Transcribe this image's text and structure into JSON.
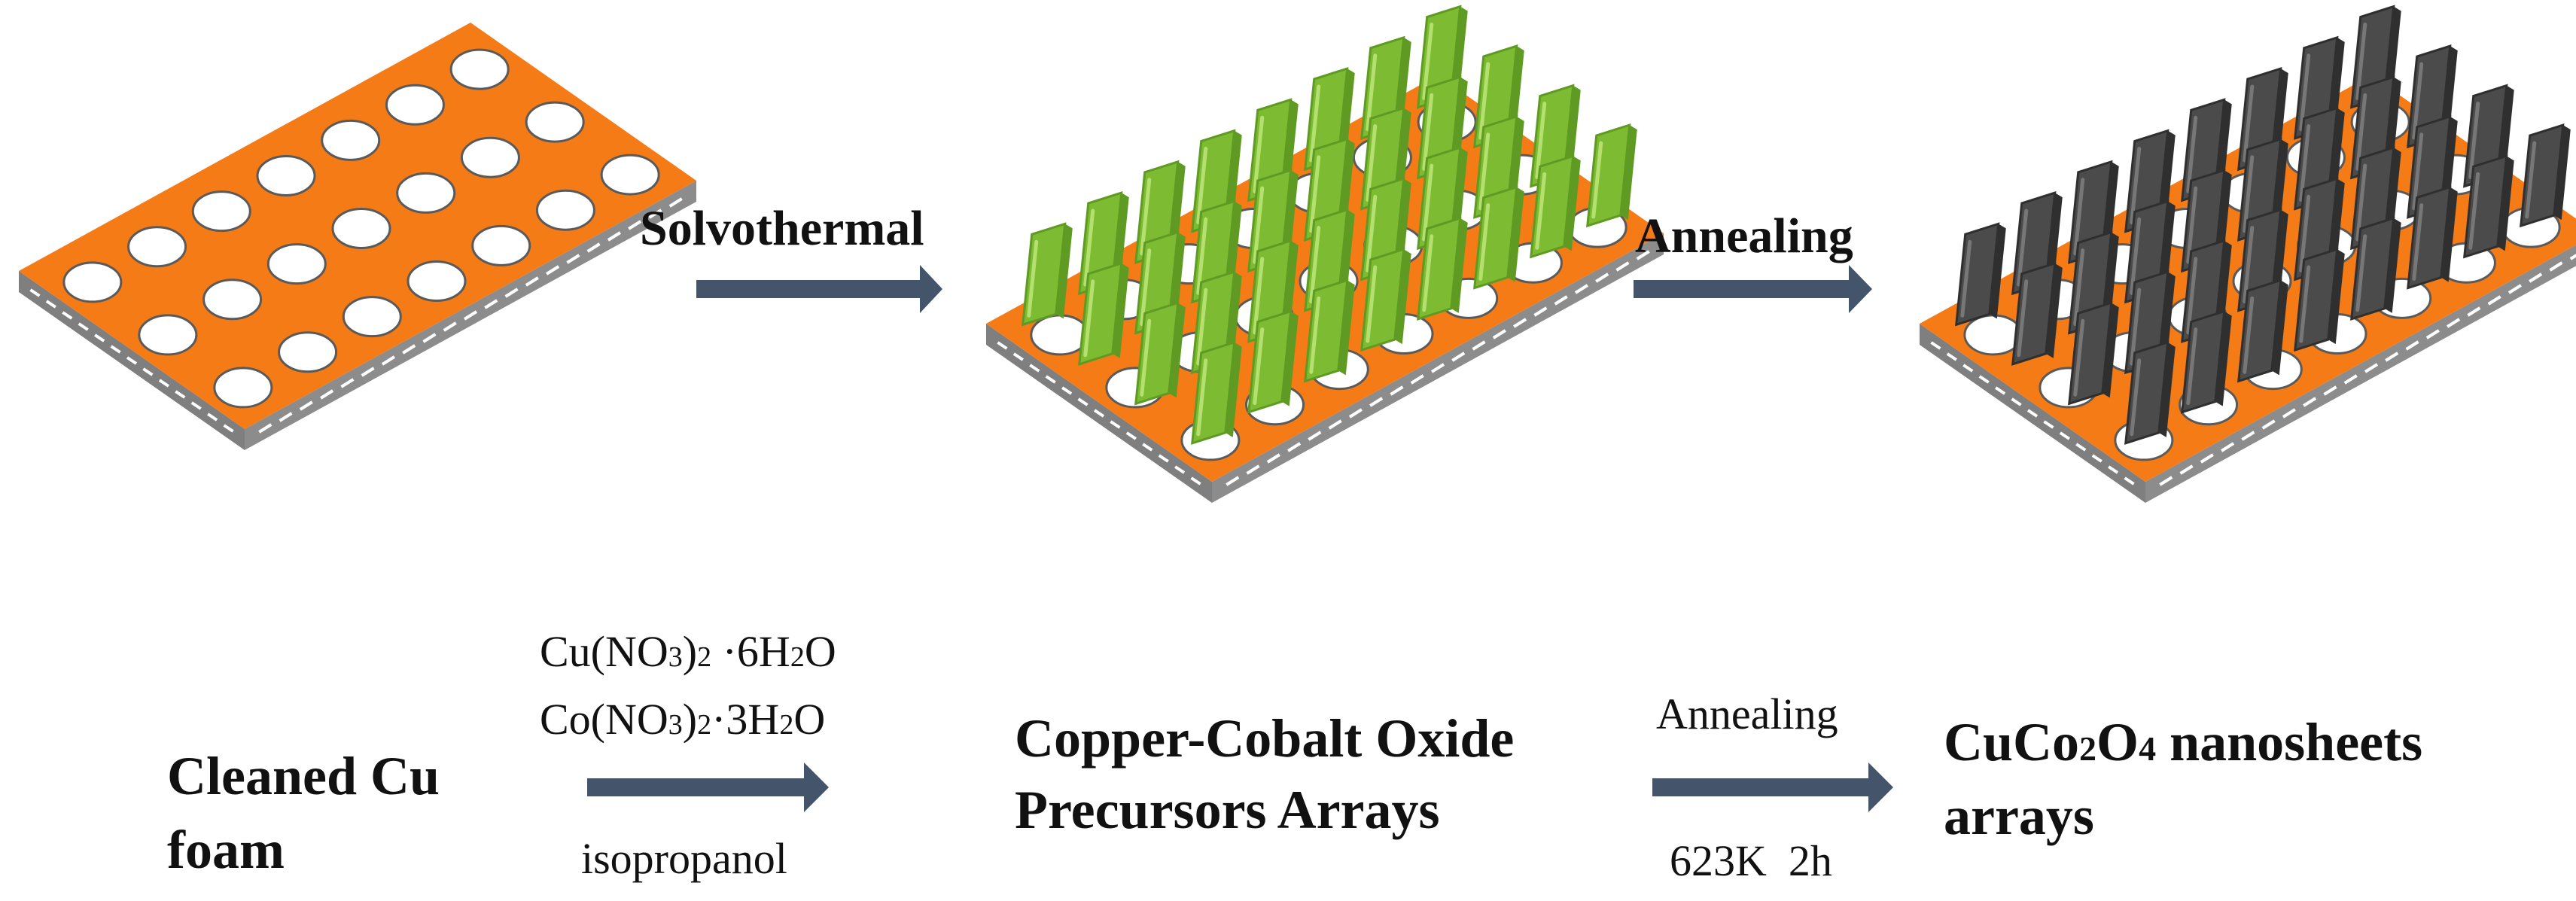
{
  "colors": {
    "foam": "#F47B16",
    "foam_side": "#7f7f7f",
    "precursor_sheet": "#7DBB33",
    "oxide_sheet": "#4b4b4b",
    "arrow": "#44546A"
  },
  "top_row": {
    "arrow1_label": "Solvothermal",
    "arrow2_label": "Annealing"
  },
  "bottom_row": {
    "stage1": {
      "line1": "Cleaned Cu",
      "line2": "foam"
    },
    "step1": {
      "reagent1_main": "Cu(NO",
      "reagent1_sub3": "3",
      "reagent1_mid": ")",
      "reagent1_sub2": "2",
      "reagent1_tail": " ·6H",
      "reagent1_sub_h": "2",
      "reagent1_end": "O",
      "reagent2_main": "Co(NO",
      "reagent2_sub3": "3",
      "reagent2_mid": ")",
      "reagent2_sub2": "2",
      "reagent2_tail": "·3H",
      "reagent2_sub_h": "2",
      "reagent2_end": "O",
      "solvent": "isopropanol"
    },
    "stage2": {
      "line1": "Copper-Cobalt Oxide",
      "line2": "Precursors Arrays"
    },
    "step2": {
      "above": "Annealing",
      "below": "623K  2h"
    },
    "stage3": {
      "line1_a": "CuCo",
      "line1_sub2": "2",
      "line1_b": "O",
      "line1_sub4": "4",
      "line1_c": " nanosheets",
      "line2": "arrays"
    }
  }
}
